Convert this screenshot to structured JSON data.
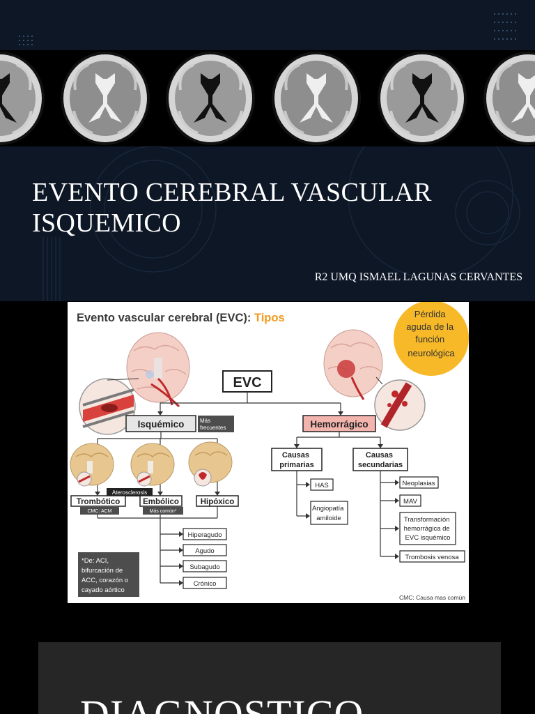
{
  "slide1": {
    "title": "EVENTO CEREBRAL VASCULAR ISQUEMICO",
    "author": "R2 UMQ ISMAEL LAGUNAS CERVANTES"
  },
  "infographic": {
    "heading_main": "Evento vascular cerebral (EVC): ",
    "heading_accent": "Tipos",
    "callout_lines": [
      "Pérdida",
      "aguda de la",
      "función",
      "neurológica"
    ],
    "root": "EVC",
    "ischemic": "Isquémico",
    "ischemic_note_lines": [
      "Más",
      "frecuentes"
    ],
    "hemorrhagic": "Hemorrágico",
    "atherosclerosis_tag": "Aterosclerosis",
    "thrombotic": "Trombótico",
    "thrombotic_cause": "CMC: ACM",
    "embolic": "Embólico",
    "embolic_cause": "Más común*",
    "hypoxic": "Hipóxico",
    "stages": [
      "Hiperagudo",
      "Agudo",
      "Subagudo",
      "Crónico"
    ],
    "embolic_footnote_lines": [
      "*De: ACI,",
      "bifurcación de",
      "ACC, corazón o",
      "cayado aórtico"
    ],
    "primary_causes_lines": [
      "Causas",
      "primarias"
    ],
    "primary_items": [
      {
        "lines": [
          "HAS"
        ]
      },
      {
        "lines": [
          "Angiopatía",
          "amiloide"
        ]
      }
    ],
    "secondary_causes_lines": [
      "Causas",
      "secundarias"
    ],
    "secondary_items": [
      {
        "lines": [
          "Neoplasias"
        ]
      },
      {
        "lines": [
          "MAV"
        ]
      },
      {
        "lines": [
          "Transformación",
          "hemorrágica de",
          "EVC isquémico"
        ]
      },
      {
        "lines": [
          "Trombosis venosa"
        ]
      }
    ],
    "legend": "CMC: Causa mas común",
    "colors": {
      "accent_orange": "#f39a1d",
      "callout_yellow": "#f7b928",
      "hemorrhagic_fill": "#f3b4ae",
      "ischemic_fill": "#e6e6e6",
      "footnote_fill": "#4d4d4d",
      "tag_fill": "#4d4d4d"
    }
  },
  "slide3": {
    "title": "DIAGNOSTICO"
  }
}
